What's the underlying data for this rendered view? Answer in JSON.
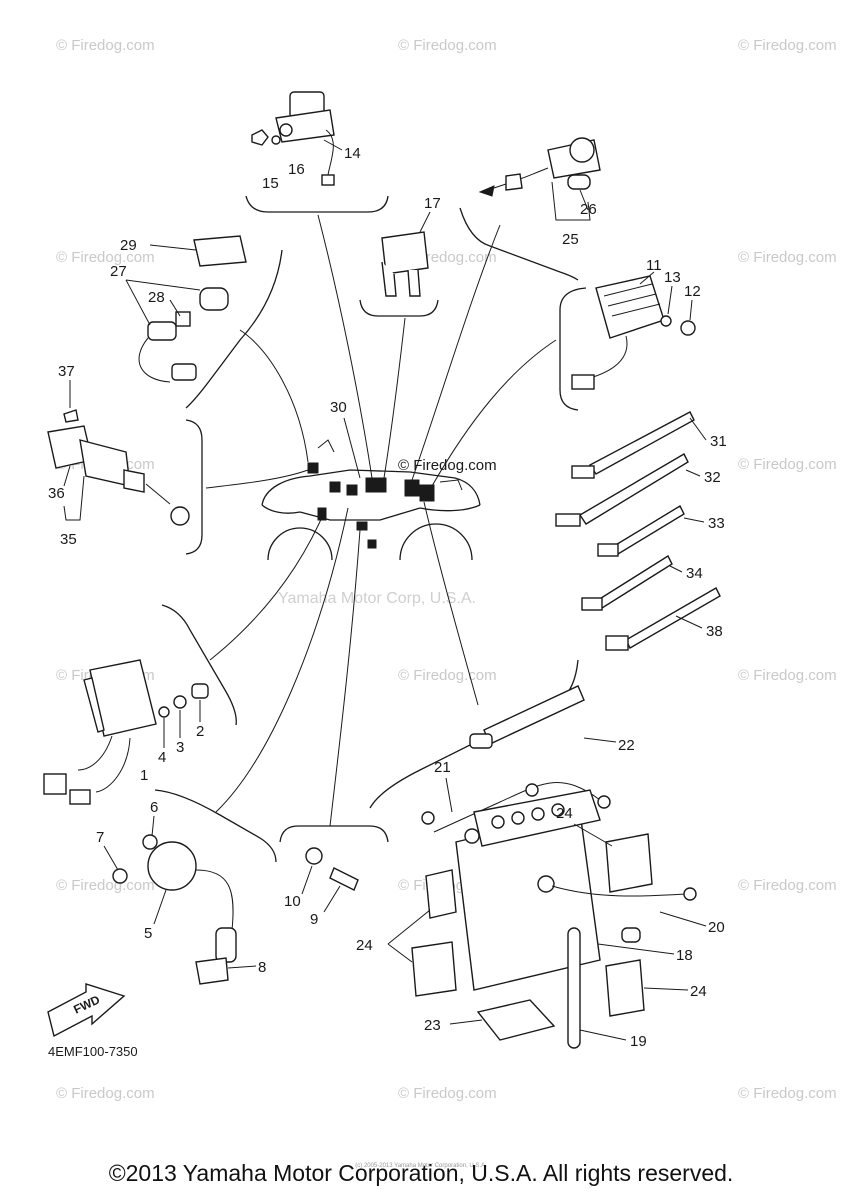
{
  "watermarks": {
    "site": "© Firedog.com",
    "site_center": "© Firedog.com",
    "maker_center": "Yamaha Motor Corp, U.S.A."
  },
  "callouts": {
    "n1": "1",
    "n2": "2",
    "n3": "3",
    "n4": "4",
    "n5": "5",
    "n6": "6",
    "n7": "7",
    "n8": "8",
    "n9": "9",
    "n10": "10",
    "n11": "11",
    "n12": "12",
    "n13": "13",
    "n14": "14",
    "n15": "15",
    "n16": "16",
    "n17": "17",
    "n18": "18",
    "n19": "19",
    "n20": "20",
    "n21": "21",
    "n22": "22",
    "n23": "23",
    "n24a": "24",
    "n24b": "24",
    "n24c": "24",
    "n25": "25",
    "n26": "26",
    "n27": "27",
    "n28": "28",
    "n29": "29",
    "n30": "30",
    "n31": "31",
    "n32": "32",
    "n33": "33",
    "n34": "34",
    "n35": "35",
    "n36": "36",
    "n37": "37",
    "n38": "38"
  },
  "fwd_label": "FWD",
  "diagram_code": "4EMF100-7350",
  "footer": {
    "copyright": "©2013 Yamaha Motor Corporation, U.S.A. All rights reserved.",
    "small_print": "(c) 2005-2013 Yamaha Motor Corporation, U.S.A."
  }
}
